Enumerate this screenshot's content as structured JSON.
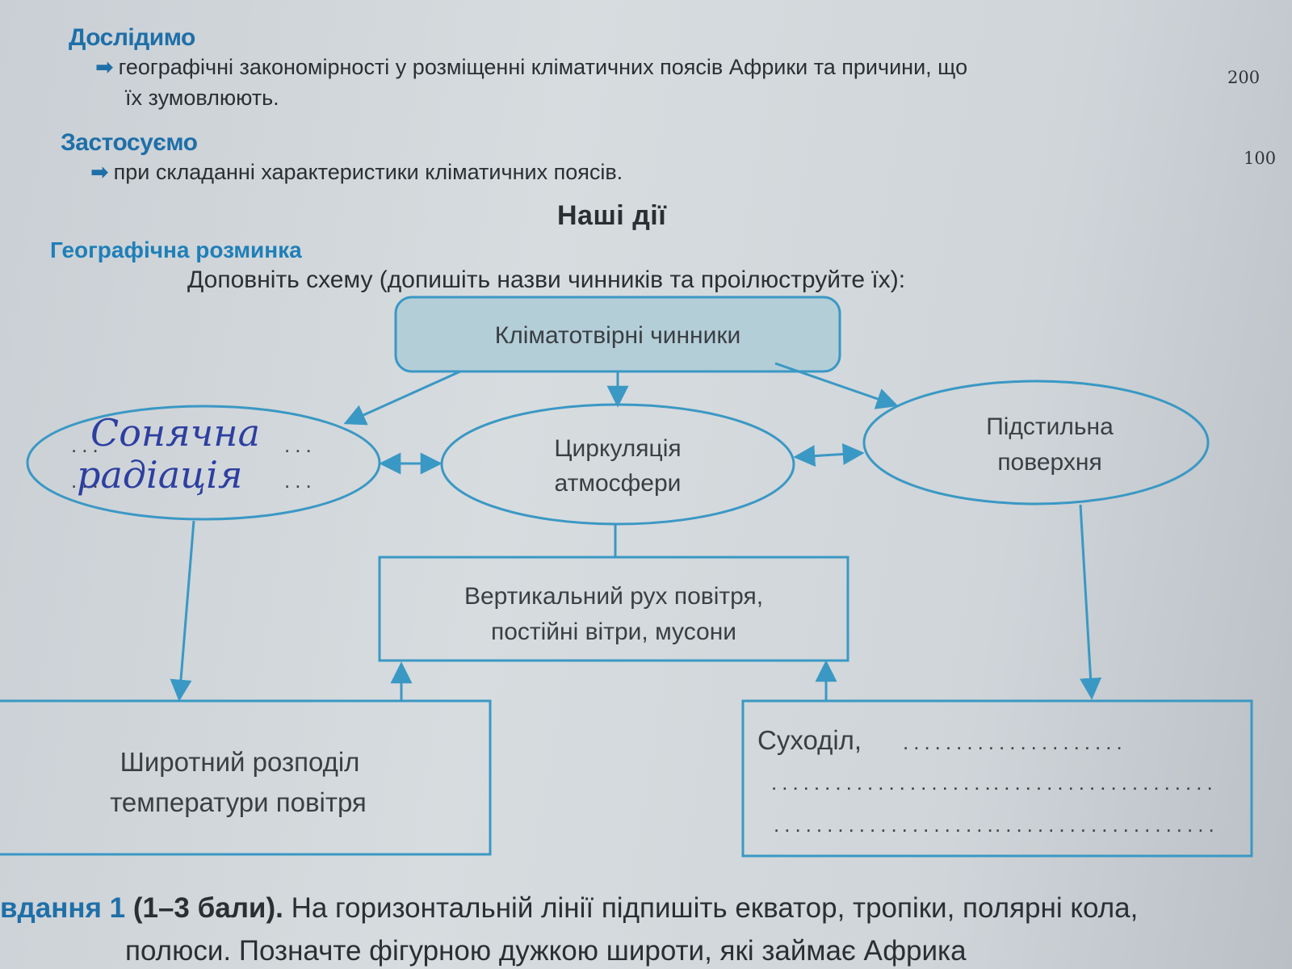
{
  "sections": {
    "investigate": {
      "heading": "Дослідимо",
      "line1": "географічні закономірності у розміщенні кліматичних поясів Африки та причини, що",
      "line2": "їх зумовлюють."
    },
    "apply": {
      "heading": "Застосуємо",
      "line1": "при складанні характеристики кліматичних поясів."
    }
  },
  "margin_numbers": [
    "200",
    "100"
  ],
  "actions_title": "Наші дії",
  "warmup": {
    "title": "Географічна розминка",
    "instruction": "Доповніть схему (допишіть назви чинників та проілюструйте їх):"
  },
  "scheme": {
    "top": "Кліматотвірні чинники",
    "left_oval_handwriting": [
      "Сонячна",
      "радіація"
    ],
    "dots": "...",
    "center_oval": [
      "Циркуляція",
      "атмосфери"
    ],
    "right_oval": [
      "Підстильна",
      "поверхня"
    ],
    "middle_box": [
      "Вертикальний рух повітря,",
      "постійні вітри, мусони"
    ],
    "bottom_left_box": [
      "Широтний розподіл",
      "температури повітря"
    ],
    "bottom_right_box": {
      "first": "Суходіл,",
      "dots_line": "....................."
    }
  },
  "task": {
    "label": "вдання 1",
    "points": "(1–3 бали).",
    "text": "На горизонтальній лінії підпишіть екватор, тропіки, полярні кола,",
    "cut_line": "полюси. Позначте фігурною дужкою широти, які займає Африка"
  },
  "colors": {
    "accent": "#1f7fb8",
    "line": "#3a98c4",
    "header_fill": "#b4ced8",
    "handwriting": "#2d3fa0"
  }
}
